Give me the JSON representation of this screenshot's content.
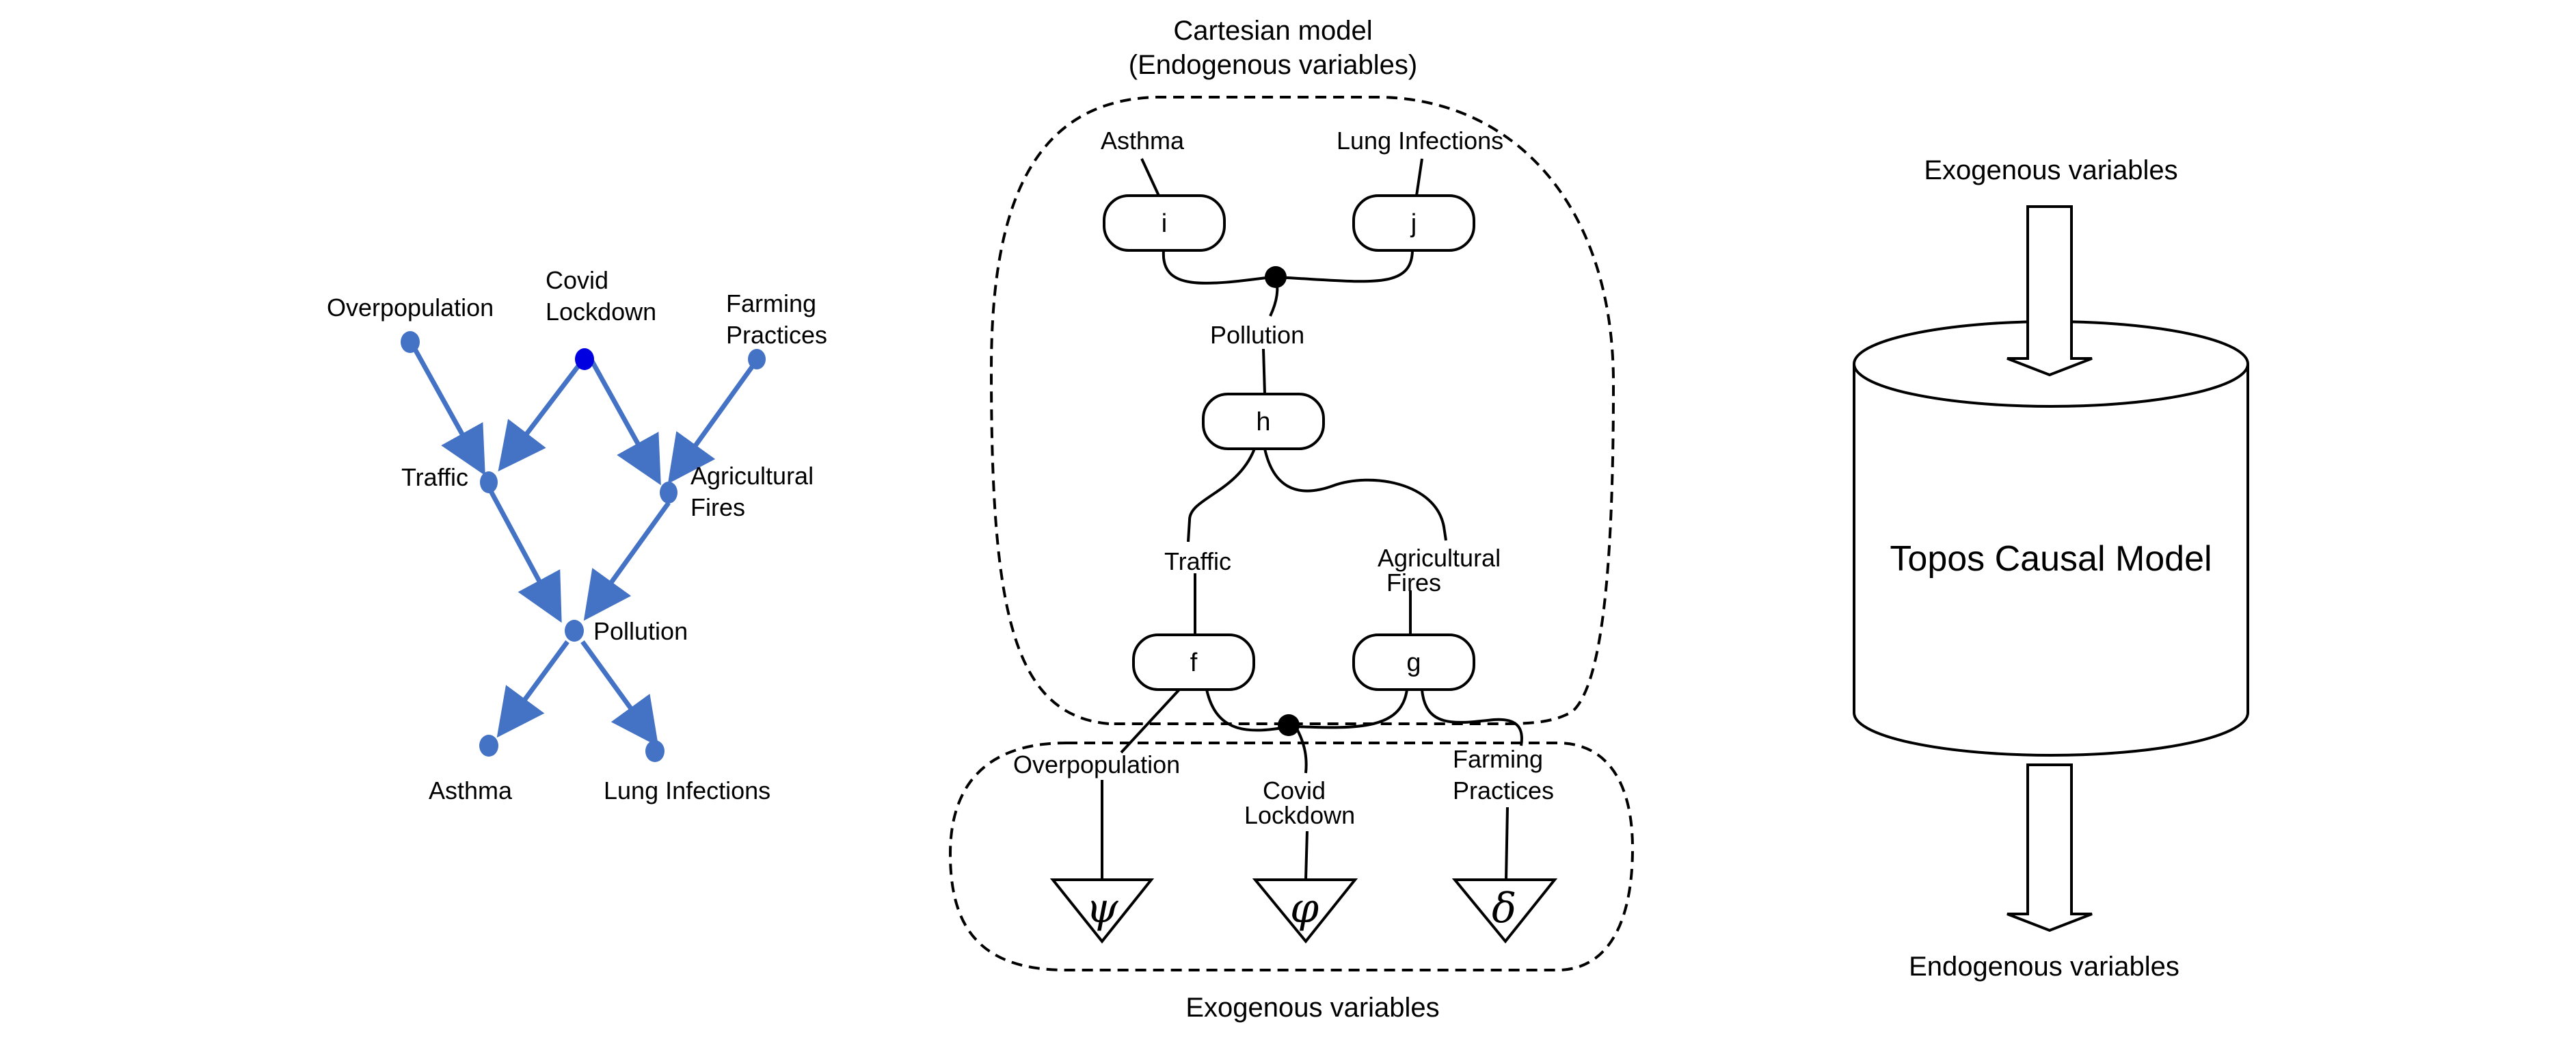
{
  "left_graph": {
    "nodes": {
      "overpopulation": "Overpopulation",
      "covid": [
        "Covid",
        "Lockdown"
      ],
      "farming": [
        "Farming",
        "Practices"
      ],
      "traffic": "Traffic",
      "agri": [
        "Agricultural",
        "Fires"
      ],
      "pollution": "Pollution",
      "asthma": "Asthma",
      "lung": "Lung Infections"
    },
    "colors": {
      "node": "#4472C4",
      "edge": "#4472C4",
      "highlight": "#0000E0"
    }
  },
  "middle_diagram": {
    "title_line1": "Cartesian model",
    "title_line2": "(Endogenous  variables)",
    "bottom_caption": "Exogenous variables",
    "boxes": {
      "i": "i",
      "j": "j",
      "h": "h",
      "f": "f",
      "g": "g"
    },
    "wire_labels": {
      "asthma": "Asthma",
      "lung": "Lung Infections",
      "pollution": "Pollution",
      "traffic": "Traffic",
      "agri": [
        "Agricultural",
        "Fires"
      ],
      "overpopulation": "Overpopulation",
      "covid": [
        "Covid",
        "Lockdown"
      ],
      "farming": [
        "Farming",
        "Practices"
      ]
    },
    "states": {
      "psi": "ψ",
      "phi": "φ",
      "delta": "δ"
    }
  },
  "right_model": {
    "top_label": "Exogenous variables",
    "cylinder_label": "Topos Causal Model",
    "bottom_label": "Endogenous variables"
  }
}
